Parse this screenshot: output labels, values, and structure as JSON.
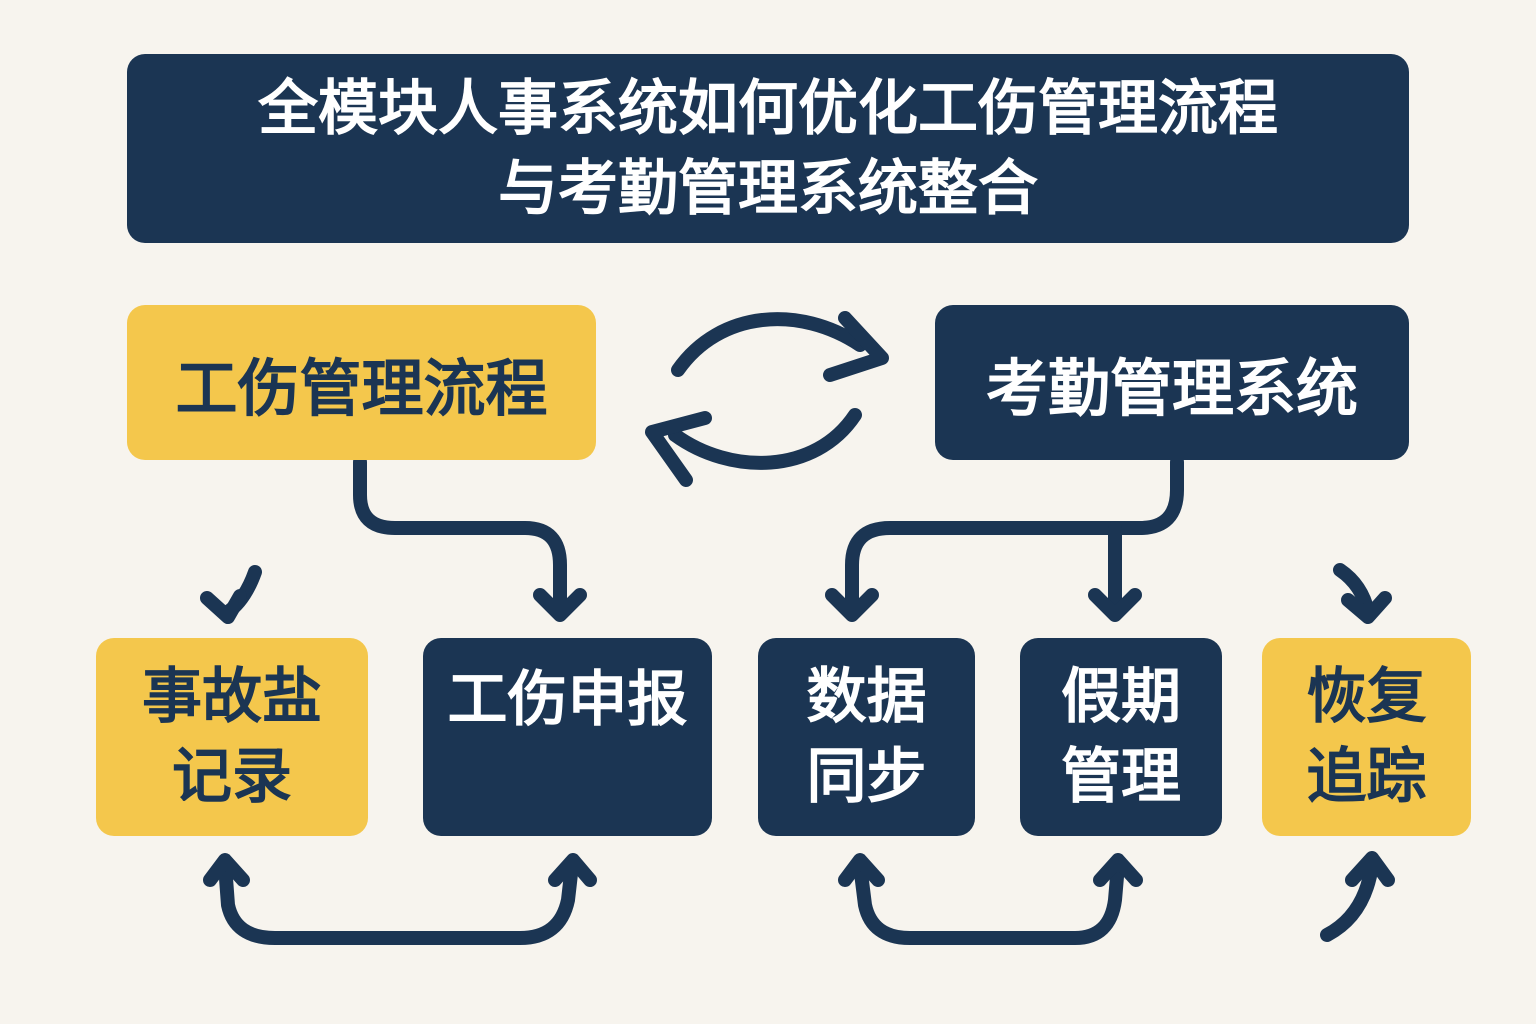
{
  "title": {
    "line1": "全模块人事系统如何优化工伤管理流程",
    "line2": "与考勤管理系统整合"
  },
  "main_nodes": {
    "injury_process": "工伤管理流程",
    "attendance_system": "考勤管理系统"
  },
  "sub_nodes": [
    {
      "line1": "事故盐",
      "line2": "记录"
    },
    {
      "line1": "工伤申报",
      "line2": ""
    },
    {
      "line1": "数据",
      "line2": "同步"
    },
    {
      "line1": "假期",
      "line2": "管理"
    },
    {
      "line1": "恢复",
      "line2": "追踪"
    }
  ],
  "colors": {
    "navy": "#1b3553",
    "yellow": "#f4c74c",
    "background": "#f7f4ee"
  }
}
